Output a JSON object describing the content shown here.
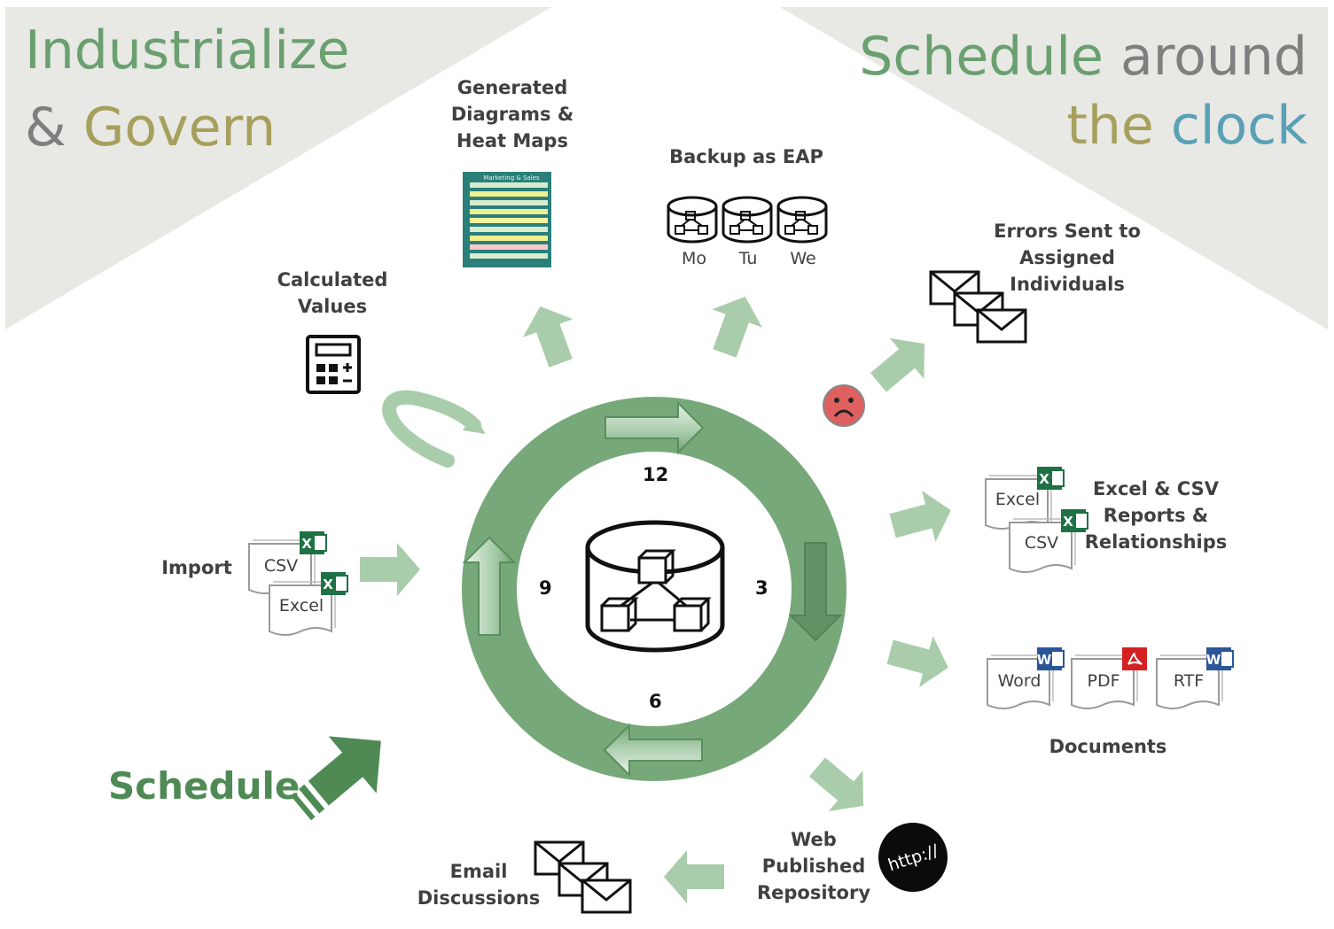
{
  "heading_left": {
    "line1": "Industrialize",
    "amp": "&",
    "govern": "Govern"
  },
  "heading_right": {
    "schedule": "Schedule",
    "around": "around",
    "the": "the",
    "clock": "clock"
  },
  "schedule_label": "Schedule",
  "clock": {
    "n12": "12",
    "n3": "3",
    "n6": "6",
    "n9": "9"
  },
  "labels": {
    "generated": [
      "Generated",
      "Diagrams &",
      "Heat Maps"
    ],
    "backup": "Backup as EAP",
    "days": [
      "Mo",
      "Tu",
      "We"
    ],
    "errors": [
      "Errors Sent to",
      "Assigned",
      "Individuals"
    ],
    "calculated": [
      "Calculated",
      "Values"
    ],
    "import": "Import",
    "excel_csv": [
      "Excel & CSV",
      "Reports &",
      "Relationships"
    ],
    "documents": "Documents",
    "web": [
      "Web",
      "Published",
      "Repository"
    ],
    "email": [
      "Email",
      "Discussions"
    ],
    "http": "http://"
  },
  "file_labels": {
    "import_csv": "CSV",
    "import_excel": "Excel",
    "report_excel": "Excel",
    "report_csv": "CSV",
    "doc_word": "Word",
    "doc_pdf": "PDF",
    "doc_rtf": "RTF"
  },
  "heatmap_title": "Marketing & Sales",
  "colors": {
    "ring": "#77a879",
    "arrow": "#a9cdaa",
    "schedule_arrow": "#4f8a55",
    "green_text": "#6aa070",
    "olive_text": "#a6a05c",
    "gray_text": "#7f7f7f",
    "blue_text": "#5aa0b6",
    "background_gray": "#e8e8e4",
    "sad_face": "#e06060"
  },
  "icons": [
    "calculator-icon",
    "database-icon",
    "envelope-icon",
    "sad-face-icon",
    "excel-icon",
    "word-icon",
    "pdf-icon",
    "http-globe-icon"
  ]
}
